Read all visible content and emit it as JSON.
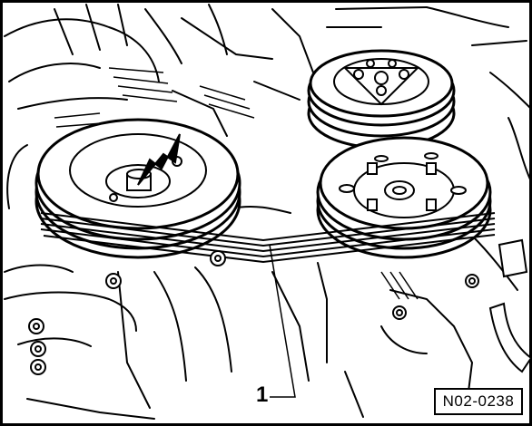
{
  "figure": {
    "code": "N02-0238",
    "callouts": [
      {
        "number": "1",
        "refers_to": "ribbed-belt"
      }
    ],
    "arrow": "arrow-pointing-at-crankshaft-pulley-bolt"
  }
}
